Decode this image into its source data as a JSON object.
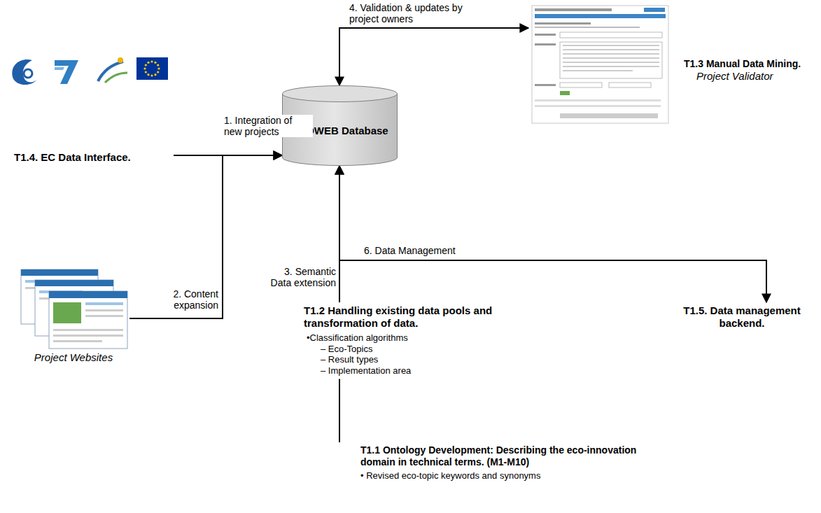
{
  "diagram": {
    "nodes": [
      {
        "text": [
          "T1.3 Manual Data Mining.",
          "Project Validator"
        ]
      },
      {
        "text": [
          "T1.4. EC Data Interface."
        ]
      },
      {
        "text": [
          "ECOWEB Database"
        ]
      },
      {
        "text": [
          "Project Websites"
        ]
      },
      {
        "text": [
          "T1.2 Handling existing data pools and transformation of data.",
          "•Classification algorithms",
          "– Eco-Topics",
          "– Result types",
          "– Implementation area"
        ]
      },
      {
        "text": [
          "T1.5. Data management backend."
        ]
      },
      {
        "text": [
          "T1.1 Ontology Development: Describing the eco-innovation domain in technical terms. (M1-M10)",
          "• Revised eco-topic keywords and synonyms"
        ]
      }
    ],
    "edges": [
      {
        "from": 1,
        "to": 2,
        "label": "1. Integration of new projects",
        "arrow": "to"
      },
      {
        "from": 3,
        "to": 2,
        "label": "2. Content expansion",
        "arrow": "to"
      },
      {
        "from": 4,
        "to": 2,
        "label": "3. Semantic Data extension",
        "arrow": "to"
      },
      {
        "from": 2,
        "to": 0,
        "label": "4. Validation & updates by project owners",
        "arrow": "both"
      },
      {
        "from": 2,
        "to": 5,
        "label": "6. Data Management",
        "arrow": "both"
      },
      {
        "from": 6,
        "to": 4,
        "arrow": "none"
      }
    ]
  }
}
